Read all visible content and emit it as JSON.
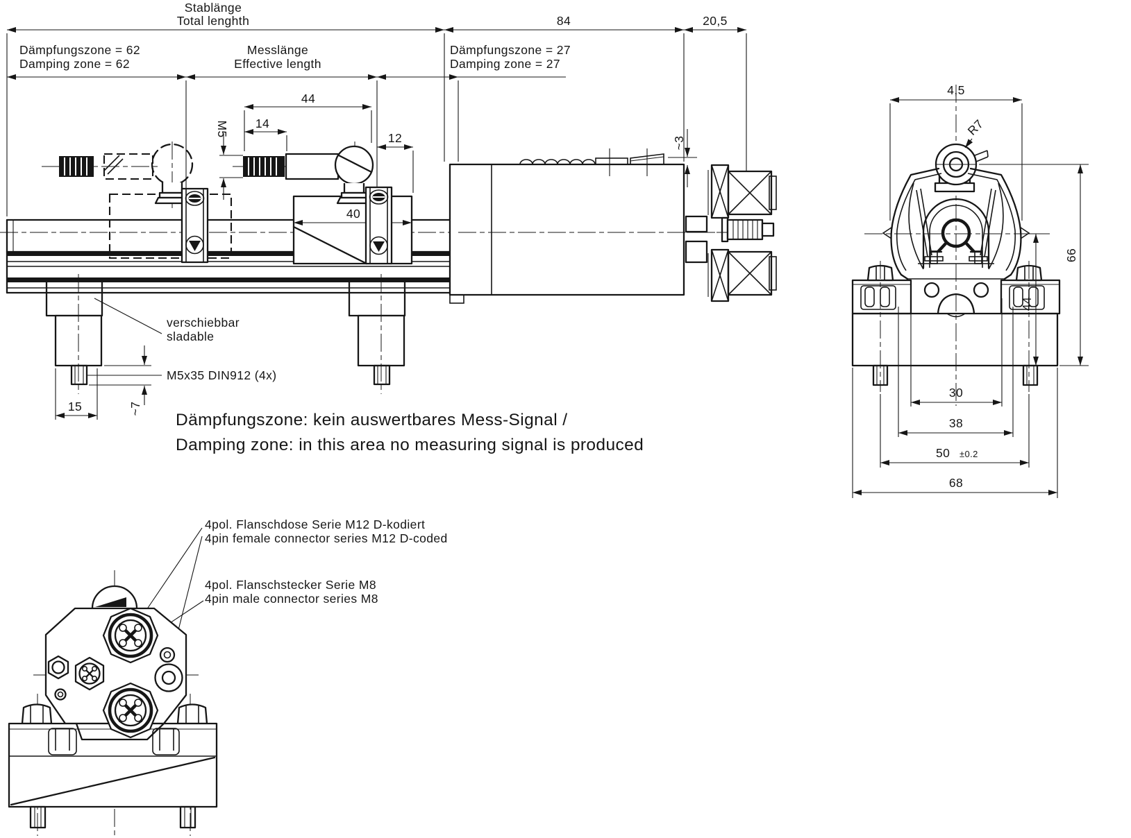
{
  "note": {
    "line1": "Dämpfungszone: kein auswertbares Mess-Signal /",
    "line2": "Damping zone: in this area no measuring signal is produced"
  },
  "side_view": {
    "dims": {
      "total_length_de": "Stablänge",
      "total_length_en": "Total lenghth",
      "d84": "84",
      "d205": "20,5",
      "damping_left_de": "Dämpfungszone = 62",
      "damping_left_en": "Damping zone = 62",
      "effective_de": "Messlänge",
      "effective_en": "Effective length",
      "damping_right_de": "Dämpfungszone = 27",
      "damping_right_en": "Damping zone = 27",
      "d44": "44",
      "d14": "14",
      "m5": "M5",
      "d12": "12",
      "d40": "40",
      "d3": "~3",
      "d15": "15",
      "d7": "~7"
    },
    "labels": {
      "slidable_de": "verschiebbar",
      "slidable_en": "sladable",
      "screw_spec": "M5x35 DIN912 (4x)"
    }
  },
  "end_view": {
    "dims": {
      "d45": "4,5",
      "r7": "R7",
      "d66": "66",
      "d44": "44",
      "d30": "30",
      "d38": "38",
      "d50": "50",
      "d50_tol": "±0.2",
      "d68": "68"
    }
  },
  "rear_view": {
    "labels": {
      "m12_de": "4pol. Flanschdose Serie M12 D-kodiert",
      "m12_en": "4pin female connector series M12 D-coded",
      "m8_de": "4pol. Flanschstecker Serie M8",
      "m8_en": "4pin male connector series M8"
    }
  },
  "colors": {
    "line": "#161616",
    "background": "#ffffff"
  }
}
